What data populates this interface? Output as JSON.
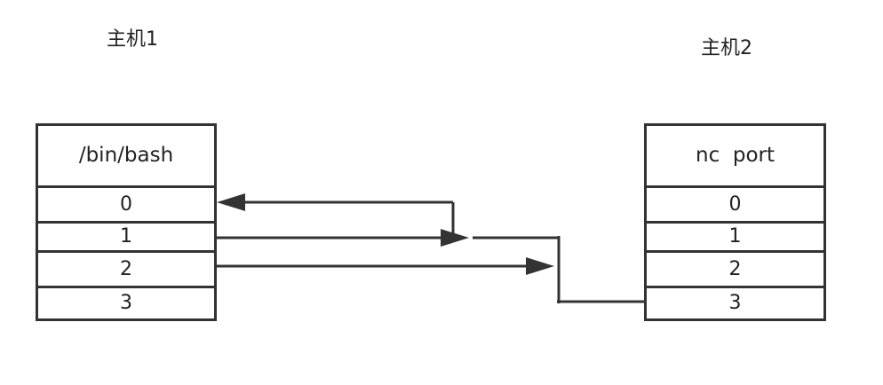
{
  "hosts": [
    {
      "label": "主机1",
      "process": "/bin/bash",
      "fds": [
        "0",
        "1",
        "2",
        "3"
      ]
    },
    {
      "label": "主机2",
      "process": "nc  port",
      "fds": [
        "0",
        "1",
        "2",
        "3"
      ]
    }
  ],
  "colors": {
    "stroke": "#333333",
    "text": "#222222",
    "background": "#ffffff"
  }
}
